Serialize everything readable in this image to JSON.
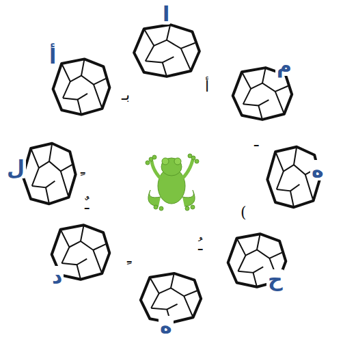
{
  "diagram": {
    "nodes": [
      {
        "text": [
          "ا"
        ]
      },
      {
        "text": [
          "م"
        ]
      },
      {
        "text": [
          "ه"
        ]
      },
      {
        "text": [
          "ح"
        ]
      },
      {
        "text": [
          "ه"
        ]
      },
      {
        "text": [
          "د"
        ]
      },
      {
        "text": [
          "ل"
        ]
      },
      {
        "text": [
          "أ"
        ]
      }
    ],
    "labels": [
      "بـ",
      "أ",
      "ـ",
      "(",
      "ـُ",
      "ـِ",
      "ـٌ",
      "ـِ"
    ]
  }
}
